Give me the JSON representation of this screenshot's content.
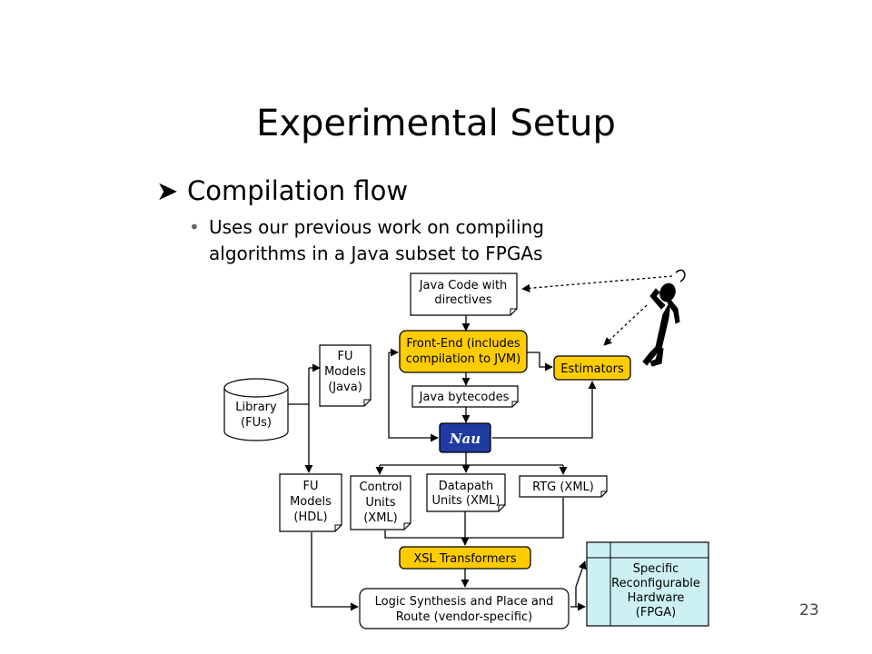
{
  "slide": {
    "title": "Experimental Setup",
    "bullet1": "Compilation flow",
    "bullet2_line1": "Uses our previous work on compiling",
    "bullet2_line2": "algorithms in a Java subset to FPGAs",
    "page_number": "23"
  },
  "diagram": {
    "java_code": [
      "Java Code with",
      "directives"
    ],
    "front_end": [
      "Front-End (includes",
      "compilation to JVM)"
    ],
    "estimators": "Estimators",
    "fu_models_java": [
      "FU",
      "Models",
      "(Java)"
    ],
    "library": [
      "Library",
      "(FUs)"
    ],
    "java_bytecodes": "Java bytecodes",
    "nau": "Nau",
    "fu_models_hdl": [
      "FU",
      "Models",
      "(HDL)"
    ],
    "control_units": [
      "Control",
      "Units",
      "(XML)"
    ],
    "datapath_units": [
      "Datapath",
      "Units (XML)"
    ],
    "rtg": "RTG (XML)",
    "xsl": "XSL Transformers",
    "logic_synthesis": [
      "Logic Synthesis and Place and",
      "Route (vendor-specific)"
    ],
    "fpga": [
      "Specific",
      "Reconfigurable",
      "Hardware",
      "(FPGA)"
    ]
  },
  "colors": {
    "accent": "#ffcc00",
    "nau_fill": "#1f3aa0",
    "fpga_fill": "#ccf0f4"
  }
}
